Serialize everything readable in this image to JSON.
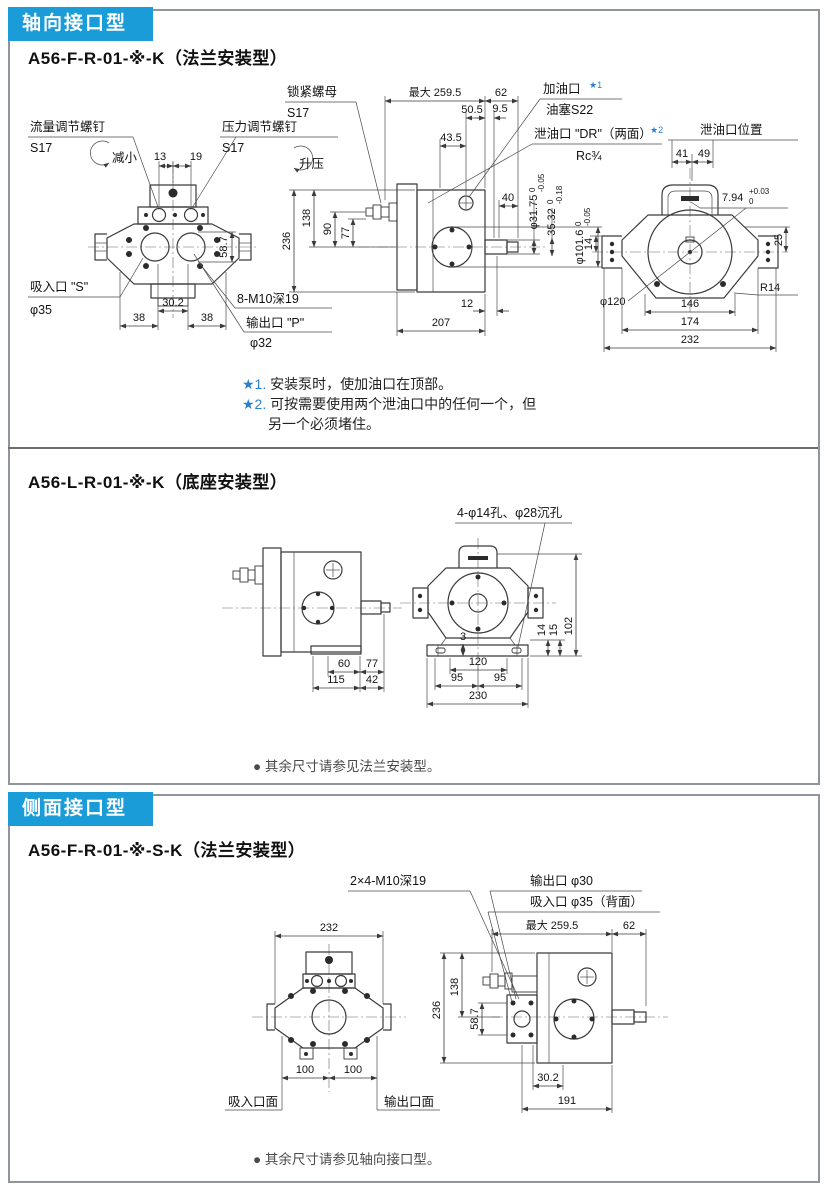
{
  "colors": {
    "accent": "#1a9cd8",
    "note_ref_blue": "#2b7fd0",
    "line": "#3a3a3a"
  },
  "axial": {
    "header": "轴向接口型",
    "flange": {
      "title": "A56-F-R-01-※-K（法兰安装型）",
      "front": {
        "flow_screw": "流量调节螺钉",
        "flow_s": "S17",
        "decrease": "减小",
        "pressure_screw": "压力调节螺钉",
        "pressure_s": "S17",
        "increase": "升压",
        "d13": "13",
        "d19": "19",
        "d587": "58.7",
        "suction": "吸入口 \"S\"",
        "suction_dia": "φ35",
        "bolts": "8-M10深19",
        "outlet": "输出口 \"P\"",
        "outlet_dia": "φ32",
        "d302": "30.2",
        "d38l": "38",
        "d38r": "38"
      },
      "side": {
        "locknut": "锁紧螺母",
        "locknut_s": "S17",
        "max_len": "最大 259.5",
        "d62": "62",
        "d505": "50.5",
        "d95": "9.5",
        "d435": "43.5",
        "filler": "加油口",
        "filler_ref": "★1",
        "plug": "油塞S22",
        "drain": "泄油口 \"DR\"（两面）",
        "drain_ref": "★2",
        "drain_rc": "Rc¾",
        "d236": "236",
        "d138": "138",
        "d90": "90",
        "d77": "77",
        "d40": "40",
        "shaft_dia": "φ31.75",
        "shaft_u": "0",
        "shaft_l": "-0.05",
        "key_w": "35.32",
        "key_u": "0",
        "key_l": "-0.18",
        "spigot": "φ101.6",
        "spigot_u": "0",
        "spigot_l": "-0.05",
        "d12": "12",
        "d207": "207"
      },
      "rear": {
        "drain_pos": "泄油口位置",
        "d41": "41",
        "d49": "49",
        "keyh": "7.94",
        "keyh_u": "+0.03",
        "keyh_l": "0",
        "d14": "14",
        "d25": "25",
        "r14": "R14",
        "dia120": "φ120",
        "d146": "146",
        "d174": "174",
        "d232": "232"
      },
      "note1_ref": "★1.",
      "note1": "安装泵时，使加油口在顶部。",
      "note2_ref": "★2.",
      "note2a": "可按需要使用两个泄油口中的任何一个，但",
      "note2b": "另一个必须堵住。"
    },
    "base": {
      "title": "A56-L-R-01-※-K（底座安装型）",
      "holes": "4-φ14孔、φ28沉孔",
      "d60": "60",
      "d77": "77",
      "d115": "115",
      "d42": "42",
      "d3": "3",
      "d120": "120",
      "d95a": "95",
      "d95b": "95",
      "d230": "230",
      "d14": "14",
      "d15": "15",
      "d102": "102",
      "note": "● 其余尺寸请参见法兰安装型。"
    }
  },
  "sideport": {
    "header": "侧面接口型",
    "title": "A56-F-R-01-※-S-K（法兰安装型）",
    "bolts": "2×4-M10深19",
    "outlet": "输出口 φ30",
    "suction": "吸入口 φ35（背面）",
    "max_len": "最大 259.5",
    "d62": "62",
    "front": {
      "d232": "232",
      "d100l": "100",
      "d100r": "100",
      "suction_face": "吸入口面",
      "outlet_face": "输出口面"
    },
    "side": {
      "d236": "236",
      "d138": "138",
      "d587": "58.7",
      "d302": "30.2",
      "d191": "191"
    },
    "note": "● 其余尺寸请参见轴向接口型。"
  }
}
